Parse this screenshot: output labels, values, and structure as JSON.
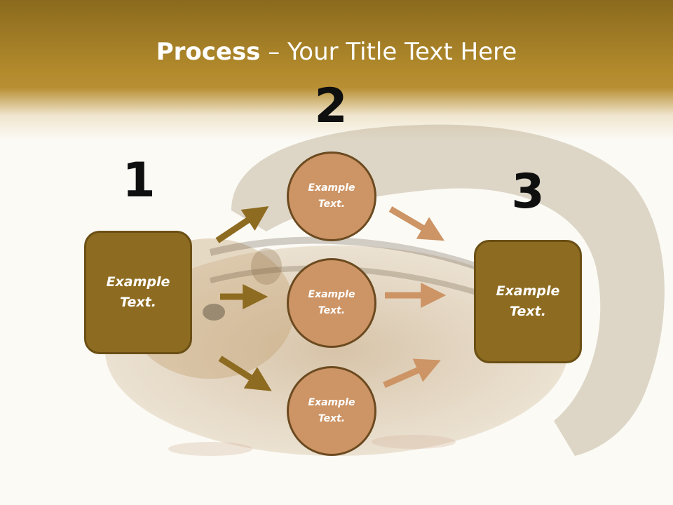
{
  "slide": {
    "title_bold": "Process",
    "title_rest": " – Your Title Text Here"
  },
  "steps": {
    "one": {
      "number": "1",
      "text": "Example\nText."
    },
    "two": {
      "number": "2",
      "items": [
        {
          "text": "Example\nText."
        },
        {
          "text": "Example\nText."
        },
        {
          "text": "Example\nText."
        }
      ]
    },
    "three": {
      "number": "3",
      "text": "Example\nText."
    }
  },
  "colors": {
    "header": "#b28a2c",
    "box_fill": "#8d6b20",
    "circle_fill": "#cd9465",
    "arrow_dark": "#8d6b20",
    "arrow_light": "#cd9465"
  },
  "background_image": "chipmunk-photo"
}
